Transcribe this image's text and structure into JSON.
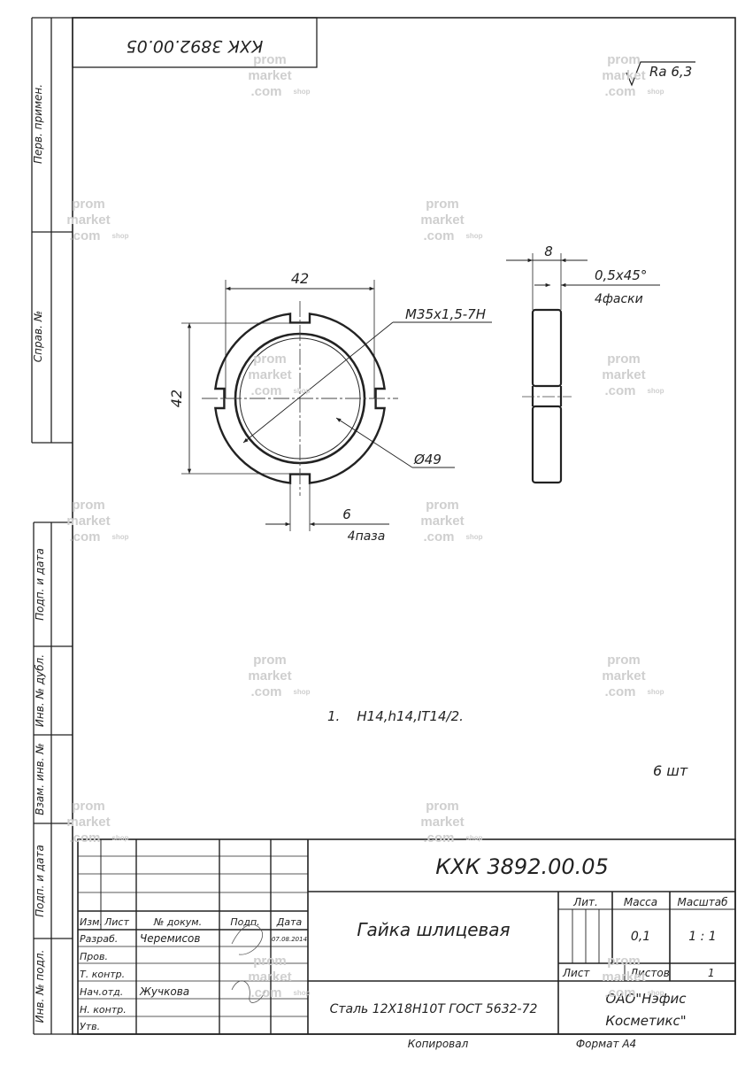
{
  "drawing": {
    "top_code_rotated": "КХК 3892.00.05",
    "roughness": "Ra 6,3",
    "dims": {
      "outer_width": "42",
      "outer_height": "42",
      "thread": "M35x1,5-7H",
      "diameter": "Ø49",
      "slot_width": "6",
      "slot_count": "4паза",
      "thickness": "8",
      "chamfer": "0,5x45°",
      "chamfer_count": "4фаски"
    },
    "note": "1.    H14,h14,IT14/2.",
    "handwritten_mass": "6 шт"
  },
  "margin_labels": {
    "perv_primen": "Перв. примен.",
    "sprav_no": "Справ. №",
    "podp_data_1": "Подп. и дата",
    "inv_dubl": "Инв. № дубл.",
    "vzam_inv": "Взам. инв. №",
    "podp_data_2": "Подп. и дата",
    "inv_podl": "Инв. № подл."
  },
  "title_block": {
    "code": "КХК 3892.00.05",
    "part_name": "Гайка шлицевая",
    "material": "Сталь 12Х18Н10Т ГОСТ 5632-72",
    "hdr_izm": "Изм.",
    "hdr_list": "Лист",
    "hdr_docum": "№ докум.",
    "hdr_podp": "Подп.",
    "hdr_data": "Дата",
    "role_razrab": "Разраб.",
    "role_prov": "Пров.",
    "role_tkontr": "Т. контр.",
    "role_nachotd": "Нач.отд.",
    "role_nkontr": "Н. контр.",
    "role_utv": "Утв.",
    "name_razrab": "Черемисов",
    "name_nachotd": "Жучкова",
    "date_razrab": "07.08.2014",
    "lit": "Лит.",
    "massa": "Масса",
    "masshtab": "Масштаб",
    "mass_value": "0,1",
    "scale_value": "1 : 1",
    "sheet": "Лист",
    "sheets": "Листов",
    "sheets_value": "1",
    "org_line1": "ОАО\"Нэфис",
    "org_line2": "Косметикс\"",
    "copied": "Копировал",
    "format": "Формат А4"
  },
  "watermark": {
    "l1": "prom",
    "l2": "market",
    "l3": ".com",
    "l4": "shop"
  }
}
